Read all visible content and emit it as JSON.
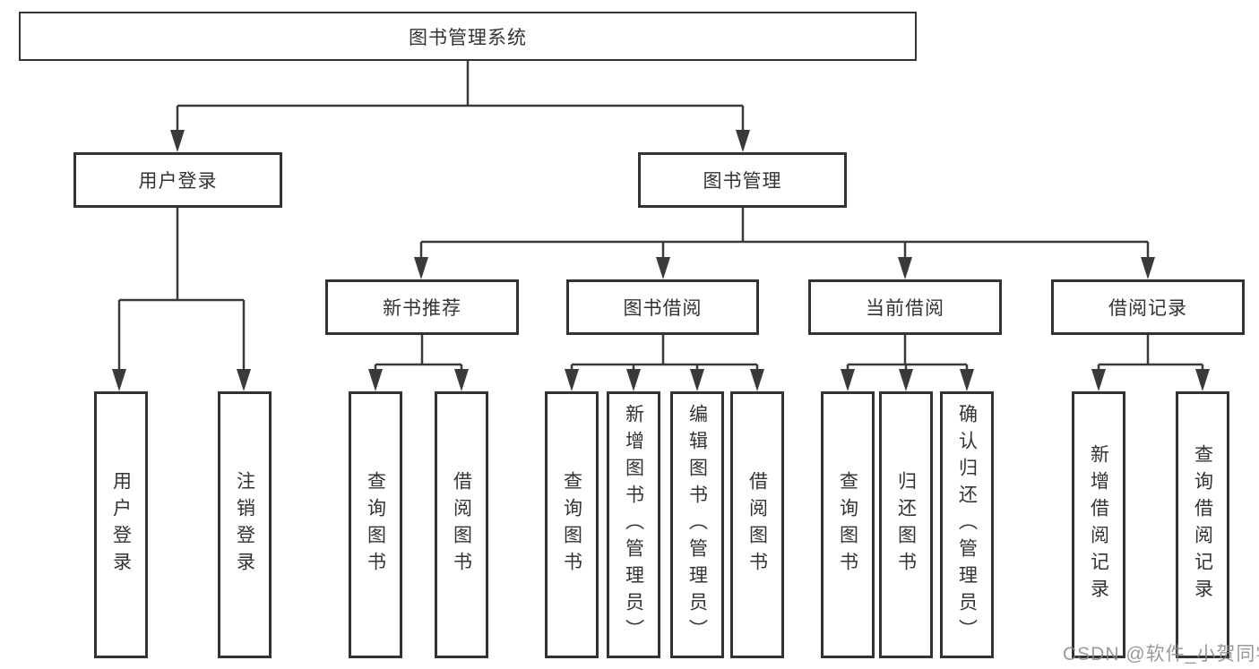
{
  "watermark": "CSDN @软件_小贺同学",
  "diagram": {
    "root": {
      "label": "图书管理系统"
    },
    "level2": [
      {
        "label": "用户登录"
      },
      {
        "label": "图书管理"
      }
    ],
    "level3": [
      {
        "label": "新书推荐"
      },
      {
        "label": "图书借阅"
      },
      {
        "label": "当前借阅"
      },
      {
        "label": "借阅记录"
      }
    ],
    "leaves": {
      "user_login": [
        {
          "label": "用户登录"
        },
        {
          "label": "注销登录"
        }
      ],
      "new_books": [
        {
          "label": "查询图书"
        },
        {
          "label": "借阅图书"
        }
      ],
      "book_borrow": [
        {
          "label": "查询图书"
        },
        {
          "label": "新增图书（管理员）"
        },
        {
          "label": "编辑图书（管理员）"
        },
        {
          "label": "借阅图书"
        }
      ],
      "current_borrow": [
        {
          "label": "查询图书"
        },
        {
          "label": "归还图书"
        },
        {
          "label": "确认归还（管理员）"
        }
      ],
      "borrow_records": [
        {
          "label": "新增借阅记录"
        },
        {
          "label": "查询借阅记录"
        }
      ]
    }
  }
}
